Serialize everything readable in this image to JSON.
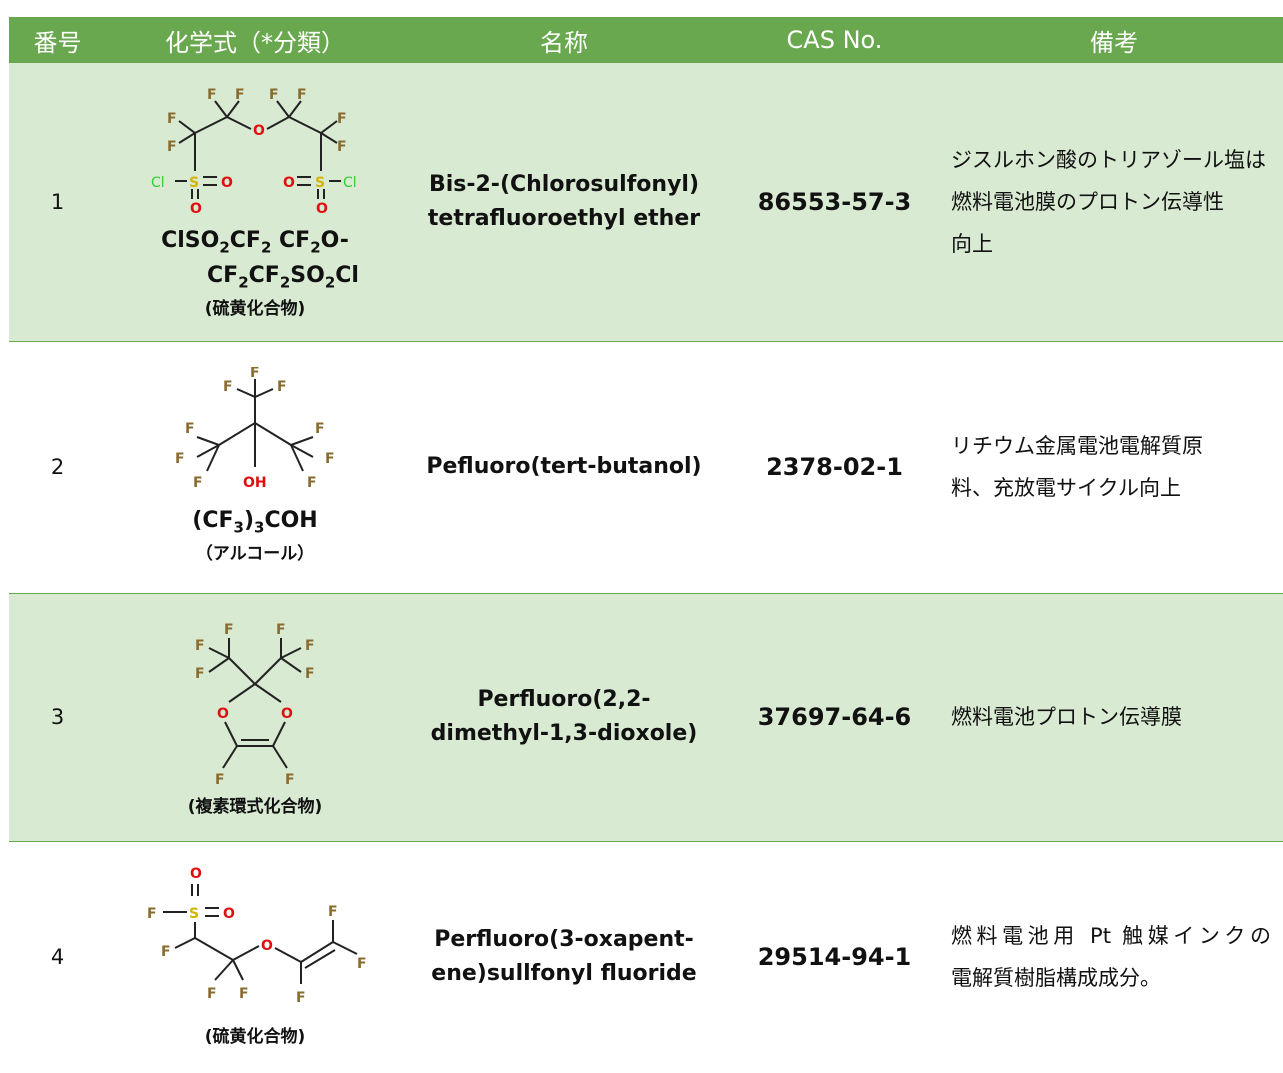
{
  "headers": [
    "番号",
    "化学式（*分類）",
    "名称",
    "CAS No.",
    "備考"
  ],
  "rows": [
    {
      "num": "1",
      "formula_line1": [
        "ClSO",
        "2",
        "CF",
        "2",
        " CF",
        "2",
        "O-"
      ],
      "formula_line2": [
        "CF",
        "2",
        "CF",
        "2",
        "SO",
        "2",
        "Cl"
      ],
      "category": "(硫黄化合物)",
      "name_lines": [
        "Bis-2-(Chlorosulfonyl)",
        "tetrafluoroethyl ether"
      ],
      "cas": "86553-57-3",
      "note_lines": [
        "ジスルホン酸のトリアゾール塩は",
        "燃料電池膜のプロトン伝導性",
        "向上"
      ]
    },
    {
      "num": "2",
      "formula_line1": [
        "(CF",
        "3",
        ")",
        "3",
        "COH"
      ],
      "formula_line2": [],
      "category": "（アルコール）",
      "name_lines": [
        "Pefluoro(tert-butanol)"
      ],
      "cas": "2378-02-1",
      "note_lines": [
        "リチウム金属電池電解質原",
        "料、充放電サイクル向上"
      ]
    },
    {
      "num": "3",
      "formula_line1": [],
      "formula_line2": [],
      "category": "(複素環式化合物)",
      "name_lines": [
        "Perfluoro(2,2-",
        "dimethyl-1,3-dioxole)"
      ],
      "cas": "37697-64-6",
      "note_lines": [
        "燃料電池プロトン伝導膜"
      ]
    },
    {
      "num": "4",
      "formula_line1": [],
      "formula_line2": [],
      "category": "(硫黄化合物)",
      "name_lines": [
        "Perfluoro(3-oxapent-",
        "ene)sullfonyl fluoride"
      ],
      "cas": "29514-94-1",
      "note_lines": [
        "燃料電池用 Pt 触媒インクの",
        "電解質樹脂構成成分。"
      ]
    }
  ],
  "atoms": {
    "F": "F",
    "O": "O",
    "S": "S",
    "Cl": "Cl",
    "OH": "OH"
  },
  "colors": {
    "header_bg": "#6aa84f",
    "band": "#d9ead3",
    "fluorine": "#8a6b2e",
    "oxygen": "#e01010",
    "sulfur": "#d4b400",
    "chlorine": "#33cc33"
  }
}
